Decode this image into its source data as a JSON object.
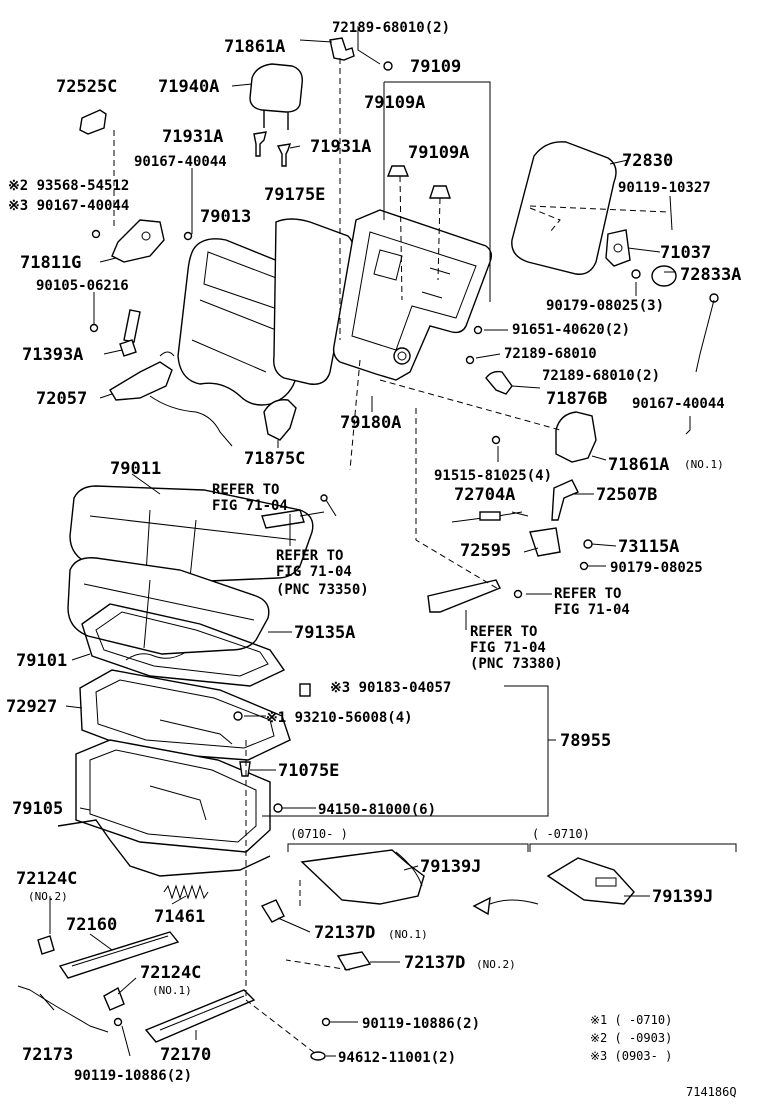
{
  "labels": [
    {
      "id": "p72189_68010_2_top",
      "text": "72189-68010(2)"
    },
    {
      "id": "p71861A_top",
      "text": "71861A"
    },
    {
      "id": "p71940A",
      "text": "71940A"
    },
    {
      "id": "p72525C",
      "text": "72525C"
    },
    {
      "id": "p79109",
      "text": "79109"
    },
    {
      "id": "p79109A_1",
      "text": "79109A"
    },
    {
      "id": "p79109A_2",
      "text": "79109A"
    },
    {
      "id": "p71931A_1",
      "text": "71931A"
    },
    {
      "id": "p71931A_2",
      "text": "71931A"
    },
    {
      "id": "p90167_40044_a",
      "text": "90167-40044"
    },
    {
      "id": "p93568_54512",
      "text": "※2 93568-54512"
    },
    {
      "id": "p90167_40044_b",
      "text": "※3 90167-40044"
    },
    {
      "id": "p79175E",
      "text": "79175E"
    },
    {
      "id": "p79013",
      "text": "79013"
    },
    {
      "id": "p72830",
      "text": "72830"
    },
    {
      "id": "p90119_10327",
      "text": "90119-10327"
    },
    {
      "id": "p71811G",
      "text": "71811G"
    },
    {
      "id": "p71037",
      "text": "71037"
    },
    {
      "id": "p90105_06216",
      "text": "90105-06216"
    },
    {
      "id": "p72833A",
      "text": "72833A"
    },
    {
      "id": "p90179_08025_3",
      "text": "90179-08025(3)"
    },
    {
      "id": "p91651_40620_2",
      "text": "91651-40620(2)"
    },
    {
      "id": "p71393A",
      "text": "71393A"
    },
    {
      "id": "p72189_68010",
      "text": "72189-68010"
    },
    {
      "id": "p72189_68010_2_mid",
      "text": "72189-68010(2)"
    },
    {
      "id": "p72057",
      "text": "72057"
    },
    {
      "id": "p71876B",
      "text": "71876B"
    },
    {
      "id": "p90167_40044_c",
      "text": "90167-40044"
    },
    {
      "id": "p79180A",
      "text": "79180A"
    },
    {
      "id": "p71875C",
      "text": "71875C"
    },
    {
      "id": "p91515_81025_4",
      "text": "91515-81025(4)"
    },
    {
      "id": "p71861A_no1",
      "text": "71861A"
    },
    {
      "id": "p71861A_no1_sub",
      "text": "(NO.1)"
    },
    {
      "id": "p79011",
      "text": "79011"
    },
    {
      "id": "ref_fig_1a",
      "text": "REFER TO"
    },
    {
      "id": "ref_fig_1b",
      "text": "FIG 71-04"
    },
    {
      "id": "p72704A",
      "text": "72704A"
    },
    {
      "id": "p72507B",
      "text": "72507B"
    },
    {
      "id": "ref_fig_2a",
      "text": "REFER TO"
    },
    {
      "id": "ref_fig_2b",
      "text": "FIG 71-04"
    },
    {
      "id": "ref_fig_2c",
      "text": "(PNC 73350)"
    },
    {
      "id": "p72595",
      "text": "72595"
    },
    {
      "id": "p73115A",
      "text": "73115A"
    },
    {
      "id": "p90179_08025",
      "text": "90179-08025"
    },
    {
      "id": "ref_fig_3a",
      "text": "REFER TO"
    },
    {
      "id": "ref_fig_3b",
      "text": "FIG 71-04"
    },
    {
      "id": "p79135A",
      "text": "79135A"
    },
    {
      "id": "ref_fig_4a",
      "text": "REFER TO"
    },
    {
      "id": "ref_fig_4b",
      "text": "FIG 71-04"
    },
    {
      "id": "ref_fig_4c",
      "text": "(PNC 73380)"
    },
    {
      "id": "p79101",
      "text": "79101"
    },
    {
      "id": "p90183_04057",
      "text": "※3 90183-04057"
    },
    {
      "id": "p72927",
      "text": "72927"
    },
    {
      "id": "p93210_56008_4",
      "text": "※1 93210-56008(4)"
    },
    {
      "id": "p78955",
      "text": "78955"
    },
    {
      "id": "p71075E",
      "text": "71075E"
    },
    {
      "id": "p79105",
      "text": "79105"
    },
    {
      "id": "p94150_81000_6",
      "text": "94150-81000(6)"
    },
    {
      "id": "range_a",
      "text": "(0710-    )"
    },
    {
      "id": "range_b",
      "text": "(    -0710)"
    },
    {
      "id": "p79139J_1",
      "text": "79139J"
    },
    {
      "id": "p79139J_2",
      "text": "79139J"
    },
    {
      "id": "p72124C_no2",
      "text": "72124C"
    },
    {
      "id": "p72124C_no2_sub",
      "text": "(NO.2)"
    },
    {
      "id": "p71461",
      "text": "71461"
    },
    {
      "id": "p72160",
      "text": "72160"
    },
    {
      "id": "p72137D_no1",
      "text": "72137D"
    },
    {
      "id": "p72137D_no1_sub",
      "text": "(NO.1)"
    },
    {
      "id": "p72124C_no1",
      "text": "72124C"
    },
    {
      "id": "p72124C_no1_sub",
      "text": "(NO.1)"
    },
    {
      "id": "p72137D_no2",
      "text": "72137D"
    },
    {
      "id": "p72137D_no2_sub",
      "text": "(NO.2)"
    },
    {
      "id": "p72173",
      "text": "72173"
    },
    {
      "id": "p72170",
      "text": "72170"
    },
    {
      "id": "p90119_10886_2_a",
      "text": "90119-10886(2)"
    },
    {
      "id": "p90119_10886_2_b",
      "text": "90119-10886(2)"
    },
    {
      "id": "p94612_11001_2",
      "text": "94612-11001(2)"
    },
    {
      "id": "note1",
      "text": "※1 (      -0710)"
    },
    {
      "id": "note2",
      "text": "※2 (      -0903)"
    },
    {
      "id": "note3",
      "text": "※3 (0903-      )"
    },
    {
      "id": "fig_code",
      "text": "714186Q"
    }
  ]
}
